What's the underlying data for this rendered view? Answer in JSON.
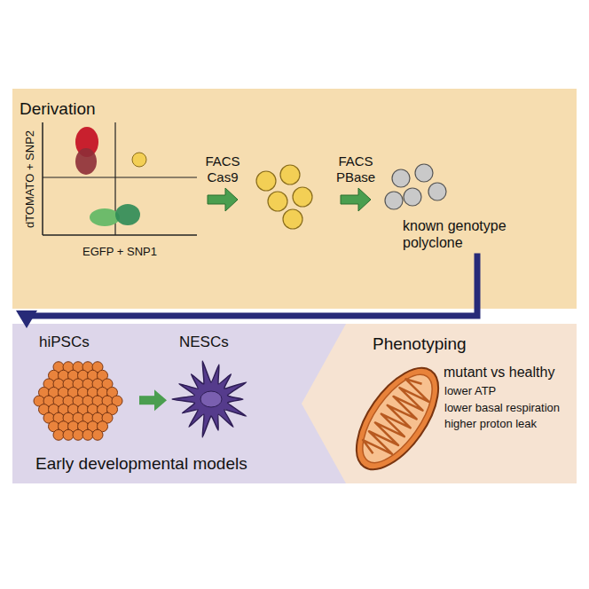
{
  "diagram": {
    "nodes": [
      {
        "text": [
          "Derivation"
        ]
      },
      {
        "text": [
          "known genotype polyclone"
        ],
        "in": 0
      },
      {
        "text": [
          "Early developmental models"
        ]
      },
      {
        "text": [
          "hiPSCs"
        ],
        "in": 2
      },
      {
        "text": [
          "NESCs"
        ],
        "in": 2
      },
      {
        "text": [
          "Phenotyping",
          "mutant vs healthy",
          "lower ATP",
          "lower basal respiration",
          "higher proton leak"
        ]
      }
    ],
    "edges": [
      {
        "from": 1,
        "to": 3,
        "arrow": "to"
      },
      {
        "from": 3,
        "to": 4,
        "arrow": "to"
      }
    ],
    "labels": [
      "dTOMATO + SNP2",
      "EGFP + SNP1",
      "FACS",
      "Cas9",
      "FACS",
      "PBase"
    ]
  }
}
